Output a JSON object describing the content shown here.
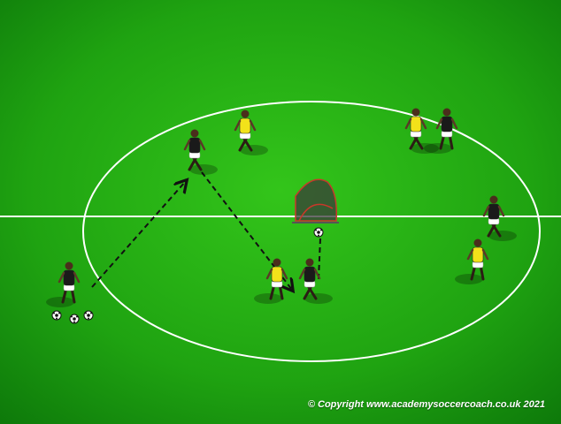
{
  "diagram": {
    "copyright": "© Copyright www.academysoccercoach.co.uk 2021",
    "colors": {
      "pitch_light": "#2fbf18",
      "pitch_dark": "#0f7f0b",
      "lines": "#ffffff",
      "team_yellow": "#f2e21a",
      "team_black": "#1a1a1a",
      "shorts_white": "#ffffff",
      "goal_net": "#444444",
      "goal_frame": "#c8382a",
      "pass_line": "#111111"
    },
    "players": [
      {
        "team": "black",
        "facing": "right"
      },
      {
        "team": "black",
        "facing": "left"
      },
      {
        "team": "yellow",
        "facing": "left"
      },
      {
        "team": "yellow",
        "facing": "right"
      },
      {
        "team": "black",
        "facing": "left"
      },
      {
        "team": "yellow",
        "facing": "left"
      },
      {
        "team": "black",
        "facing": "right"
      },
      {
        "team": "black",
        "facing": "left"
      },
      {
        "team": "yellow",
        "facing": "right"
      }
    ],
    "balls_count": 4,
    "passes": 3
  }
}
